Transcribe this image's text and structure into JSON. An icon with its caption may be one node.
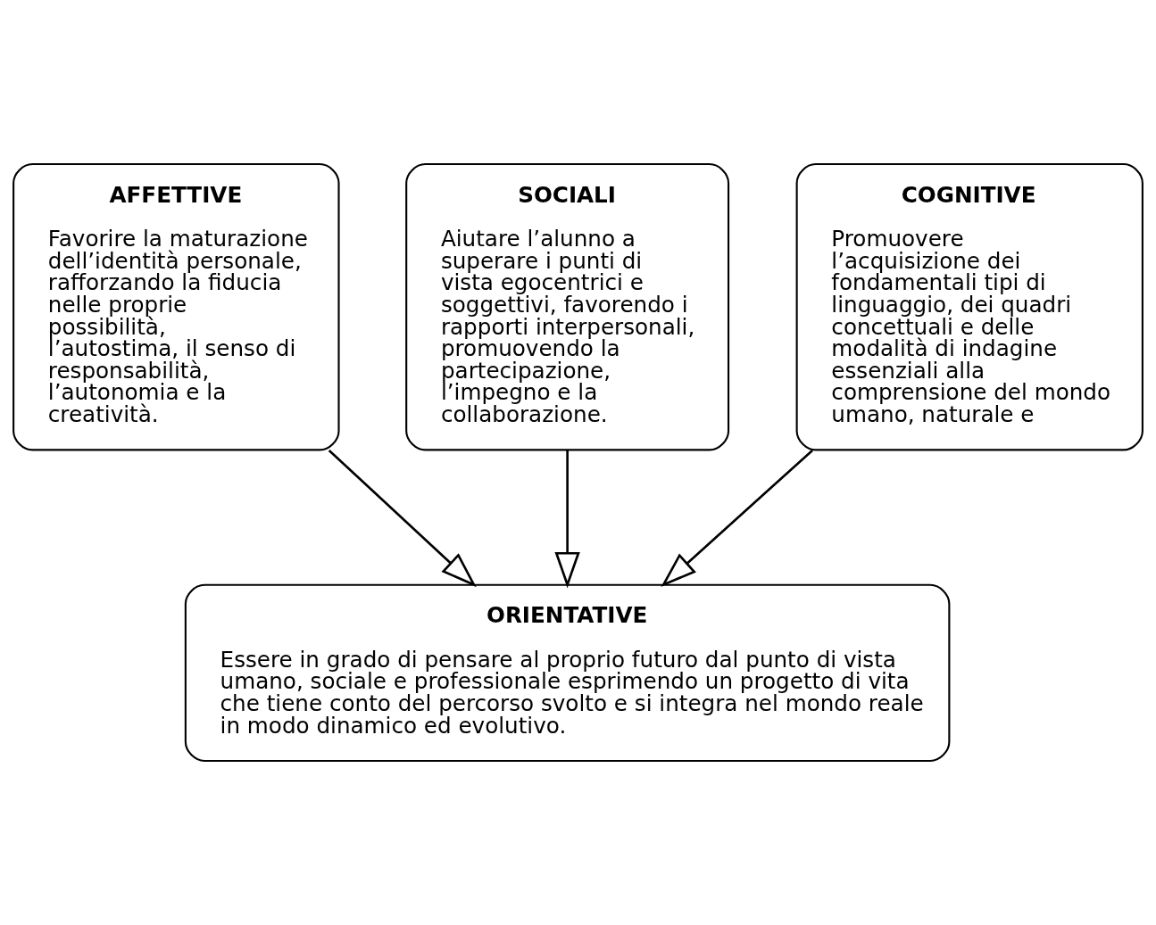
{
  "diagram": {
    "nodes": [
      {
        "text": [
          "AFFETTIVE",
          "Favorire la maturazione dell’identità personale, rafforzando la fiducia nelle proprie possibilità, l’autostima, il senso di responsabilità, l’autonomia e la creatività."
        ]
      },
      {
        "text": [
          "SOCIALI",
          "Aiutare l’alunno a superare i punti di vista egocentrici e soggettivi, favorendo i rapporti interpersonali, promuovendo la partecipazione, l’impegno e la collaborazione."
        ]
      },
      {
        "text": [
          "COGNITIVE",
          "Promuovere l’acquisizione dei fondamentali tipi di linguaggio, dei quadri concettuali e delle modalità di indagine essenziali alla comprensione del mondo umano, naturale e"
        ]
      },
      {
        "text": [
          "ORIENTATIVE",
          "Essere in grado di pensare al proprio futuro dal punto di vista umano, sociale e professionale esprimendo un progetto di vita che tiene conto del percorso svolto e si integra nel mondo reale in modo dinamico ed evolutivo."
        ]
      }
    ],
    "edges": [
      {
        "from": 0,
        "to": 3,
        "arrow": "to"
      },
      {
        "from": 1,
        "to": 3,
        "arrow": "to"
      },
      {
        "from": 2,
        "to": 3,
        "arrow": "to"
      }
    ]
  }
}
